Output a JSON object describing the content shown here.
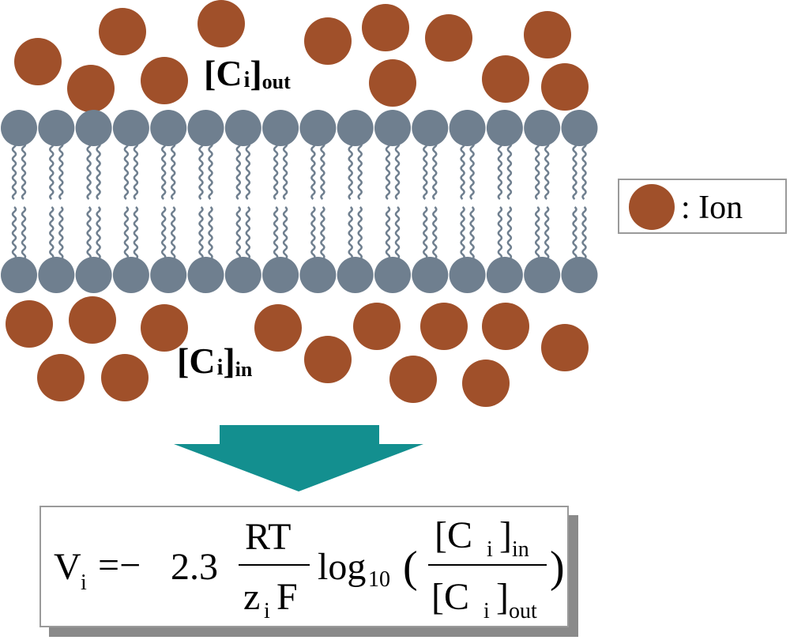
{
  "colors": {
    "ion": "#a0502a",
    "lipid_head": "#6f7f8f",
    "lipid_tail": "#6f7f8f",
    "arrow": "#138f8f",
    "box_border": "#9a9a9a",
    "shadow": "#8a8a8a"
  },
  "labels": {
    "out": {
      "c": "C",
      "i": "i",
      "sub": "out"
    },
    "in": {
      "c": "C",
      "i": "i",
      "sub": "in"
    }
  },
  "legend": {
    "text": ": Ion"
  },
  "formula": {
    "V": "V",
    "V_sub": "i",
    "equals_minus": "=−",
    "coef": "2.3",
    "num": "RT",
    "den_z": "z",
    "den_z_sub": "i",
    "den_F": "F",
    "log": "log",
    "log_sub": "10",
    "lparen": "(",
    "rparen": ")",
    "top_C": "[C",
    "top_i": "i",
    "top_close": "]",
    "top_sub": "in",
    "bot_C": "[C",
    "bot_i": "i",
    "bot_close": "]",
    "bot_sub": "out"
  },
  "membrane": {
    "lipid_pairs": 16
  }
}
